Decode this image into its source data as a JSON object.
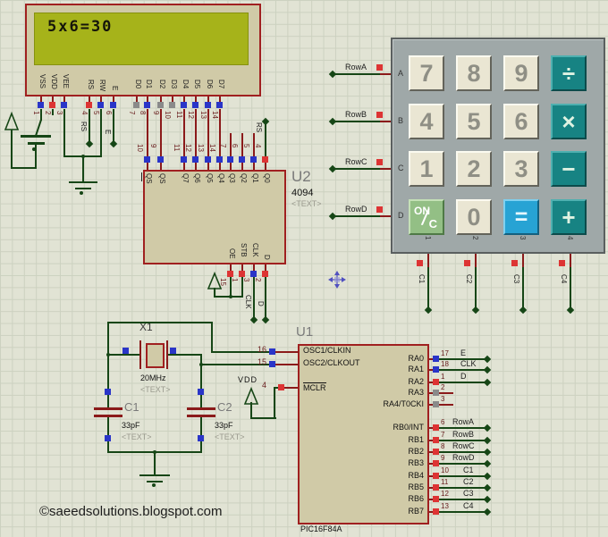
{
  "lcd": {
    "display_text": "5x6=30",
    "pins": [
      {
        "name": "VSS",
        "num": "1",
        "color": "blue"
      },
      {
        "name": "VDD",
        "num": "2",
        "color": "red"
      },
      {
        "name": "VEE",
        "num": "3",
        "color": "blue"
      },
      {
        "name": "RS",
        "num": "4",
        "color": "red"
      },
      {
        "name": "RW",
        "num": "5",
        "color": "blue"
      },
      {
        "name": "E",
        "num": "6",
        "color": "blue"
      },
      {
        "name": "D0",
        "num": "7",
        "color": "gray"
      },
      {
        "name": "D1",
        "num": "8",
        "color": "blue"
      },
      {
        "name": "D2",
        "num": "9",
        "color": "gray"
      },
      {
        "name": "D3",
        "num": "10",
        "color": "gray"
      },
      {
        "name": "D4",
        "num": "11",
        "color": "blue"
      },
      {
        "name": "D5",
        "num": "12",
        "color": "blue"
      },
      {
        "name": "D6",
        "num": "13",
        "color": "blue"
      },
      {
        "name": "D7",
        "num": "14",
        "color": "blue"
      }
    ]
  },
  "u2": {
    "ref": "U2",
    "value": "4094",
    "placeholder": "<TEXT>",
    "top_pins": [
      {
        "name": "QS",
        "num": "10",
        "bar": true,
        "color": "blue"
      },
      {
        "name": "QS",
        "num": "9",
        "color": "blue"
      },
      {
        "name": "Q7",
        "num": "11",
        "color": "blue"
      },
      {
        "name": "Q6",
        "num": "12",
        "color": "blue"
      },
      {
        "name": "Q5",
        "num": "13",
        "color": "blue"
      },
      {
        "name": "Q4",
        "num": "14",
        "color": "blue"
      },
      {
        "name": "Q3",
        "num": "7",
        "color": "blue"
      },
      {
        "name": "Q2",
        "num": "6",
        "color": "blue"
      },
      {
        "name": "Q1",
        "num": "5",
        "color": "blue"
      },
      {
        "name": "Q0",
        "num": "4",
        "color": "red"
      }
    ],
    "bottom_pins": [
      {
        "name": "OE",
        "num": "15",
        "color": "red"
      },
      {
        "name": "STB",
        "num": "1",
        "color": "red"
      },
      {
        "name": "CLK",
        "num": "3",
        "color": "blue"
      },
      {
        "name": "D",
        "num": "2",
        "color": "red"
      }
    ]
  },
  "u1": {
    "ref": "U1",
    "part": "PIC16F84A",
    "left_pins": [
      {
        "name": "OSC1/CLKIN",
        "num": "16",
        "color": "blue"
      },
      {
        "name": "OSC2/CLKOUT",
        "num": "15",
        "color": "blue"
      },
      {
        "name": "MCLR",
        "num": "4",
        "bar": true,
        "color": "red"
      }
    ],
    "right_pins": [
      {
        "name": "RA0",
        "num": "17",
        "color": "blue",
        "net": "E"
      },
      {
        "name": "RA1",
        "num": "18",
        "color": "blue",
        "net": "CLK"
      },
      {
        "name": "RA2",
        "num": "1",
        "color": "red",
        "net": "D"
      },
      {
        "name": "RA3",
        "num": "2",
        "color": "gray",
        "net": null
      },
      {
        "name": "RA4/T0CKI",
        "num": "3",
        "color": "gray",
        "net": null
      },
      {
        "name": "RB0/INT",
        "num": "6",
        "color": "red",
        "net": "RowA"
      },
      {
        "name": "RB1",
        "num": "7",
        "color": "red",
        "net": "RowB"
      },
      {
        "name": "RB2",
        "num": "8",
        "color": "red",
        "net": "RowC"
      },
      {
        "name": "RB3",
        "num": "9",
        "color": "red",
        "net": "RowD"
      },
      {
        "name": "RB4",
        "num": "10",
        "color": "red",
        "net": "C1"
      },
      {
        "name": "RB5",
        "num": "11",
        "color": "red",
        "net": "C2"
      },
      {
        "name": "RB6",
        "num": "12",
        "color": "red",
        "net": "C3"
      },
      {
        "name": "RB7",
        "num": "13",
        "color": "red",
        "net": "C4"
      }
    ]
  },
  "keypad": {
    "row_labels": [
      "A",
      "B",
      "C",
      "D"
    ],
    "col_labels": [
      "1",
      "2",
      "3",
      "4"
    ],
    "row_nets": [
      "RowA",
      "RowB",
      "RowC",
      "RowD"
    ],
    "col_nets": [
      "C1",
      "C2",
      "C3",
      "C4"
    ],
    "buttons": [
      [
        {
          "label": "7",
          "type": "num"
        },
        {
          "label": "8",
          "type": "num"
        },
        {
          "label": "9",
          "type": "num"
        },
        {
          "label": "÷",
          "type": "op"
        }
      ],
      [
        {
          "label": "4",
          "type": "num"
        },
        {
          "label": "5",
          "type": "num"
        },
        {
          "label": "6",
          "type": "num"
        },
        {
          "label": "×",
          "type": "op"
        }
      ],
      [
        {
          "label": "1",
          "type": "num"
        },
        {
          "label": "2",
          "type": "num"
        },
        {
          "label": "3",
          "type": "num"
        },
        {
          "label": "−",
          "type": "op"
        }
      ],
      [
        {
          "label": "ON/C",
          "type": "onc"
        },
        {
          "label": "0",
          "type": "num"
        },
        {
          "label": "=",
          "type": "eq"
        },
        {
          "label": "+",
          "type": "op"
        }
      ]
    ]
  },
  "crystal": {
    "ref": "X1",
    "value": "20MHz",
    "placeholder": "<TEXT>"
  },
  "cap1": {
    "ref": "C1",
    "value": "33pF",
    "placeholder": "<TEXT>"
  },
  "cap2": {
    "ref": "C2",
    "value": "33pF",
    "placeholder": "<TEXT>"
  },
  "power": {
    "vdd": "VDD"
  },
  "net_labels": {
    "lcd_rs": "RS",
    "lcd_e": "E",
    "u2_rs": "RS",
    "u2_clk": "CLK",
    "u2_d": "D"
  },
  "copyright": "©saeedsolutions.blogspot.com",
  "colors": {
    "wire_green": "#164616",
    "wire_red": "#8b1a1a",
    "pin_blue": "#2a35c8",
    "pin_red": "#dd3434",
    "pin_gray": "#8a8a8a",
    "pin_number": "#6b2020",
    "label_dark": "#1c1c1c",
    "accent_teal": "#178383",
    "accent_green": "#93bf85",
    "accent_blue": "#27a3d4",
    "origin_marker": "#5050c0"
  }
}
